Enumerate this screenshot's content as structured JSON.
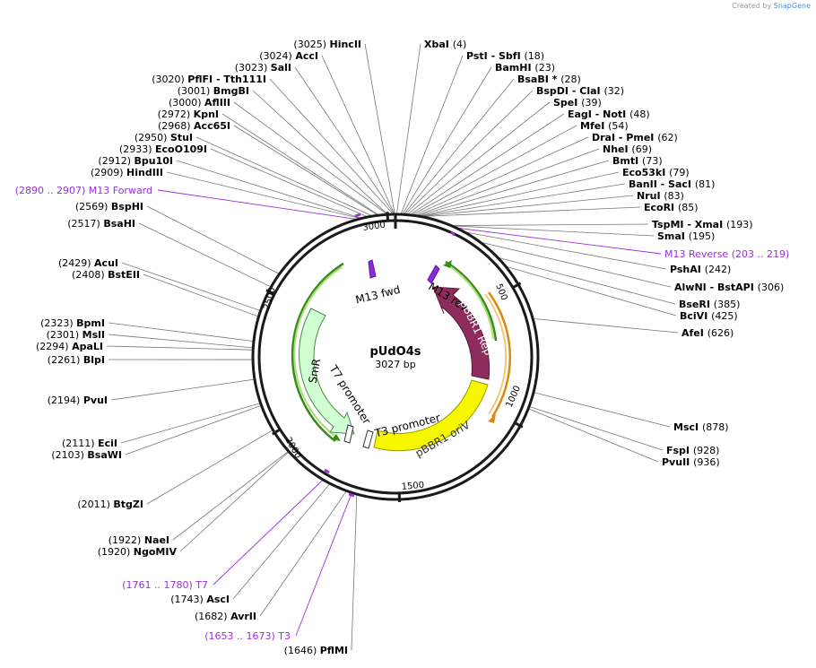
{
  "credit": {
    "prefix": "Created by",
    "brand": "SnapGene"
  },
  "plasmid": {
    "name": "pUdO4s",
    "size_label": "3027 bp",
    "length": 3027
  },
  "scale_labels": [
    "500",
    "1000",
    "1500",
    "2000",
    "2500",
    "3000"
  ],
  "colors": {
    "feature_label": "#9b30d8",
    "backbone": "#1a1a1a",
    "leader": "#777777"
  },
  "sites": [
    {
      "pos": "(3025)",
      "name": "HincII",
      "bp": 3025
    },
    {
      "pos": "(3024)",
      "name": "AccI",
      "bp": 3024
    },
    {
      "pos": "(3023)",
      "name": "SalI",
      "bp": 3023
    },
    {
      "pos": "(3020)",
      "name": "PflFI  - Tth111I",
      "bp": 3020
    },
    {
      "pos": "(3001)",
      "name": "BmgBI",
      "bp": 3001
    },
    {
      "pos": "(3000)",
      "name": "AflIII",
      "bp": 3000
    },
    {
      "pos": "(2972)",
      "name": "KpnI",
      "bp": 2972
    },
    {
      "pos": "(2968)",
      "name": "Acc65I",
      "bp": 2968
    },
    {
      "pos": "(2950)",
      "name": "StuI",
      "bp": 2950
    },
    {
      "pos": "(2933)",
      "name": "EcoO109I",
      "bp": 2933
    },
    {
      "pos": "(2912)",
      "name": "Bpu10I",
      "bp": 2912
    },
    {
      "pos": "(2909)",
      "name": "HindIII",
      "bp": 2909
    },
    {
      "pos": "(2569)",
      "name": "BspHI",
      "bp": 2569
    },
    {
      "pos": "(2517)",
      "name": "BsaHI",
      "bp": 2517
    },
    {
      "pos": "(2429)",
      "name": "AcuI",
      "bp": 2429
    },
    {
      "pos": "(2408)",
      "name": "BstEII",
      "bp": 2408
    },
    {
      "pos": "(2323)",
      "name": "BpmI",
      "bp": 2323
    },
    {
      "pos": "(2301)",
      "name": "MslI",
      "bp": 2301
    },
    {
      "pos": "(2294)",
      "name": "ApaLI",
      "bp": 2294
    },
    {
      "pos": "(2261)",
      "name": "BlpI",
      "bp": 2261
    },
    {
      "pos": "(2194)",
      "name": "PvuI",
      "bp": 2194
    },
    {
      "pos": "(2111)",
      "name": "EciI",
      "bp": 2111
    },
    {
      "pos": "(2103)",
      "name": "BsaWI",
      "bp": 2103
    },
    {
      "pos": "(2011)",
      "name": "BtgZI",
      "bp": 2011
    },
    {
      "pos": "(1922)",
      "name": "NaeI",
      "bp": 1922
    },
    {
      "pos": "(1920)",
      "name": "NgoMIV",
      "bp": 1920
    },
    {
      "pos": "(1743)",
      "name": "AscI",
      "bp": 1743
    },
    {
      "pos": "(1682)",
      "name": "AvrII",
      "bp": 1682
    },
    {
      "pos": "(1646)",
      "name": "PflMI",
      "bp": 1646
    },
    {
      "pos": "(4)",
      "name": "XbaI",
      "bp": 4
    },
    {
      "pos": "(18)",
      "name": "PstI  - SbfI",
      "bp": 18
    },
    {
      "pos": "(23)",
      "name": "BamHI",
      "bp": 23
    },
    {
      "pos": "(28)",
      "name": "BsaBI *",
      "bp": 28
    },
    {
      "pos": "(32)",
      "name": "BspDI  - ClaI",
      "bp": 32
    },
    {
      "pos": "(39)",
      "name": "SpeI",
      "bp": 39
    },
    {
      "pos": "(48)",
      "name": "EagI  - NotI",
      "bp": 48
    },
    {
      "pos": "(54)",
      "name": "MfeI",
      "bp": 54
    },
    {
      "pos": "(62)",
      "name": "DraI  - PmeI",
      "bp": 62
    },
    {
      "pos": "(69)",
      "name": "NheI",
      "bp": 69
    },
    {
      "pos": "(73)",
      "name": "BmtI",
      "bp": 73
    },
    {
      "pos": "(79)",
      "name": "Eco53kI",
      "bp": 79
    },
    {
      "pos": "(81)",
      "name": "BanII  - SacI",
      "bp": 81
    },
    {
      "pos": "(83)",
      "name": "NruI",
      "bp": 83
    },
    {
      "pos": "(85)",
      "name": "EcoRI",
      "bp": 85
    },
    {
      "pos": "(193)",
      "name": "TspMI  - XmaI",
      "bp": 193
    },
    {
      "pos": "(195)",
      "name": "SmaI",
      "bp": 195
    },
    {
      "pos": "(242)",
      "name": "PshAI",
      "bp": 242
    },
    {
      "pos": "(306)",
      "name": "AlwNI  - BstAPI",
      "bp": 306
    },
    {
      "pos": "(385)",
      "name": "BseRI",
      "bp": 385
    },
    {
      "pos": "(425)",
      "name": "BciVI",
      "bp": 425
    },
    {
      "pos": "(626)",
      "name": "AfeI",
      "bp": 626
    },
    {
      "pos": "(878)",
      "name": "MscI",
      "bp": 878
    },
    {
      "pos": "(928)",
      "name": "FspI",
      "bp": 928
    },
    {
      "pos": "(936)",
      "name": "PvuII",
      "bp": 936
    }
  ],
  "primer_labels": [
    {
      "range": "(2890 .. 2907)",
      "name": "M13 Forward"
    },
    {
      "range": "(203 .. 219)",
      "name": "M13 Reverse"
    },
    {
      "range": "(1761 .. 1780)",
      "name": "T7"
    },
    {
      "range": "(1653 .. 1673)",
      "name": "T3"
    }
  ],
  "features": [
    {
      "name": "pBBR1 Rep",
      "color": "#8e2c5e"
    },
    {
      "name": "pBBR1 oriV",
      "color": "#f7f700"
    },
    {
      "name": "SmR",
      "color": "#cfffd3"
    },
    {
      "name": "T7 promoter",
      "color": "#ffffff"
    },
    {
      "name": "T3 promoter",
      "color": "#ffffff"
    },
    {
      "name": "M13 fwd",
      "color": "#8a2be2"
    },
    {
      "name": "M13 rev",
      "color": "#8a2be2"
    }
  ],
  "inner_arcs": [
    {
      "name": "green-arc-right",
      "color": "#3a8a1a"
    },
    {
      "name": "orange-arc-right",
      "color": "#d98a10"
    },
    {
      "name": "green-arc-left",
      "color": "#3a8a1a"
    }
  ]
}
